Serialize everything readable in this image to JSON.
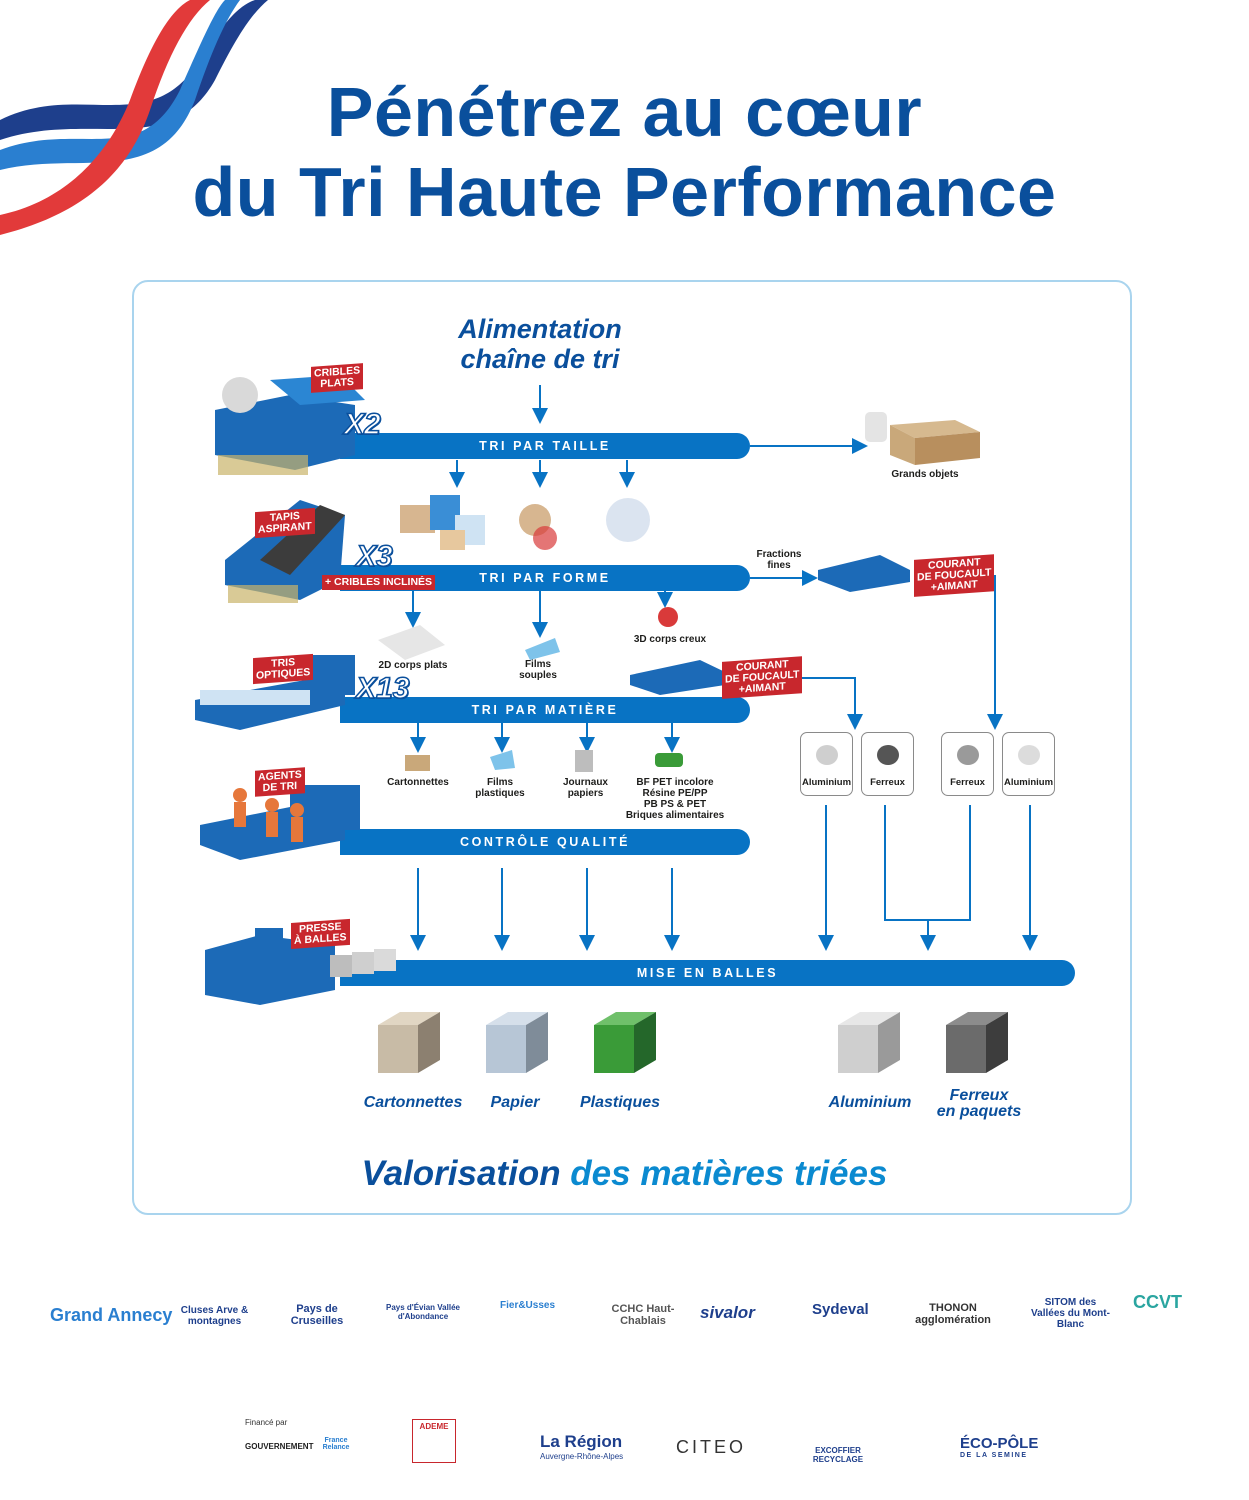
{
  "title": {
    "line1": "Pénétrez au cœur",
    "line2": "du Tri Haute Performance"
  },
  "feed": {
    "line1": "Alimentation",
    "line2": "chaîne de tri"
  },
  "colors": {
    "primary": "#0a4f9c",
    "bar": "#0873c4",
    "tag": "#c8272d",
    "light_border": "#a9d4ee"
  },
  "stages": [
    {
      "bar": "TRI PAR TAILLE",
      "machine": {
        "line1": "CRIBLES",
        "line2": "PLATS"
      },
      "multiplier": "X2"
    },
    {
      "bar": "TRI PAR FORME",
      "machine": {
        "line1": "TAPIS",
        "line2": "ASPIRANT"
      },
      "multiplier": "X3",
      "extra": "+ CRIBLES INCLINÉS"
    },
    {
      "bar": "TRI PAR MATIÈRE",
      "machine": {
        "line1": "TRIS",
        "line2": "OPTIQUES"
      },
      "multiplier": "X13"
    },
    {
      "bar": "CONTRÔLE QUALITÉ",
      "machine": {
        "line1": "AGENTS",
        "line2": "DE TRI"
      }
    },
    {
      "bar": "MISE EN BALLES",
      "machine": {
        "line1": "PRESSE",
        "line2": "À BALLES"
      }
    }
  ],
  "labels": {
    "grands_objets": "Grands objets",
    "fractions": {
      "line1": "Fractions",
      "line2": "fines"
    },
    "corps_creux": "3D corps creux",
    "corps_plats": "2D corps plats",
    "films_souples": {
      "line1": "Films",
      "line2": "souples"
    },
    "foucault1": {
      "line1": "COURANT",
      "line2": "DE FOUCAULT",
      "line3": "+AIMANT"
    },
    "foucault2": {
      "line1": "COURANT",
      "line2": "DE FOUCAULT",
      "line3": "+AIMANT"
    },
    "cartonnettes": "Cartonnettes",
    "films_plastiques": {
      "line1": "Films",
      "line2": "plastiques"
    },
    "journaux": {
      "line1": "Journaux",
      "line2": "papiers"
    },
    "bf": {
      "line1": "BF PET incolore",
      "line2": "Résine PE/PP",
      "line3": "PB PS & PET",
      "line4": "Briques alimentaires"
    }
  },
  "metal_cards": [
    "Aluminium",
    "Ferreux",
    "Ferreux",
    "Aluminium"
  ],
  "outputs": [
    {
      "label": "Cartonnettes",
      "color": "#c8bba6"
    },
    {
      "label": "Papier",
      "color": "#b7c6d6"
    },
    {
      "label": "Plastiques",
      "color": "#3a9b38"
    },
    {
      "label": "Aluminium",
      "color": "#cfcfcf"
    },
    {
      "label": "Ferreux",
      "label2": "en paquets",
      "color": "#6b6b6b"
    }
  ],
  "valorisation": {
    "part1": "Valorisation",
    "part2": " des matières triées"
  },
  "logos_row1": [
    "Grand Annecy",
    "Cluses Arve & montagnes",
    "Pays de Cruseilles",
    "Pays d'Évian Vallée d'Abondance",
    "Fier&Usses",
    "CCHC Haut-Chablais",
    "sivalor",
    "Sydeval",
    "THONON agglomération",
    "SITOM des Vallées du Mont-Blanc",
    "CCVT"
  ],
  "logos_row2": [
    "Financé par",
    "GOUVERNEMENT",
    "France Relance",
    "ADEME",
    "La Région",
    "Auvergne-Rhône-Alpes",
    "CITEO",
    "EXCOFFIER RECYCLAGE",
    "ÉCO-PÔLE",
    "DE LA SEMINE"
  ]
}
